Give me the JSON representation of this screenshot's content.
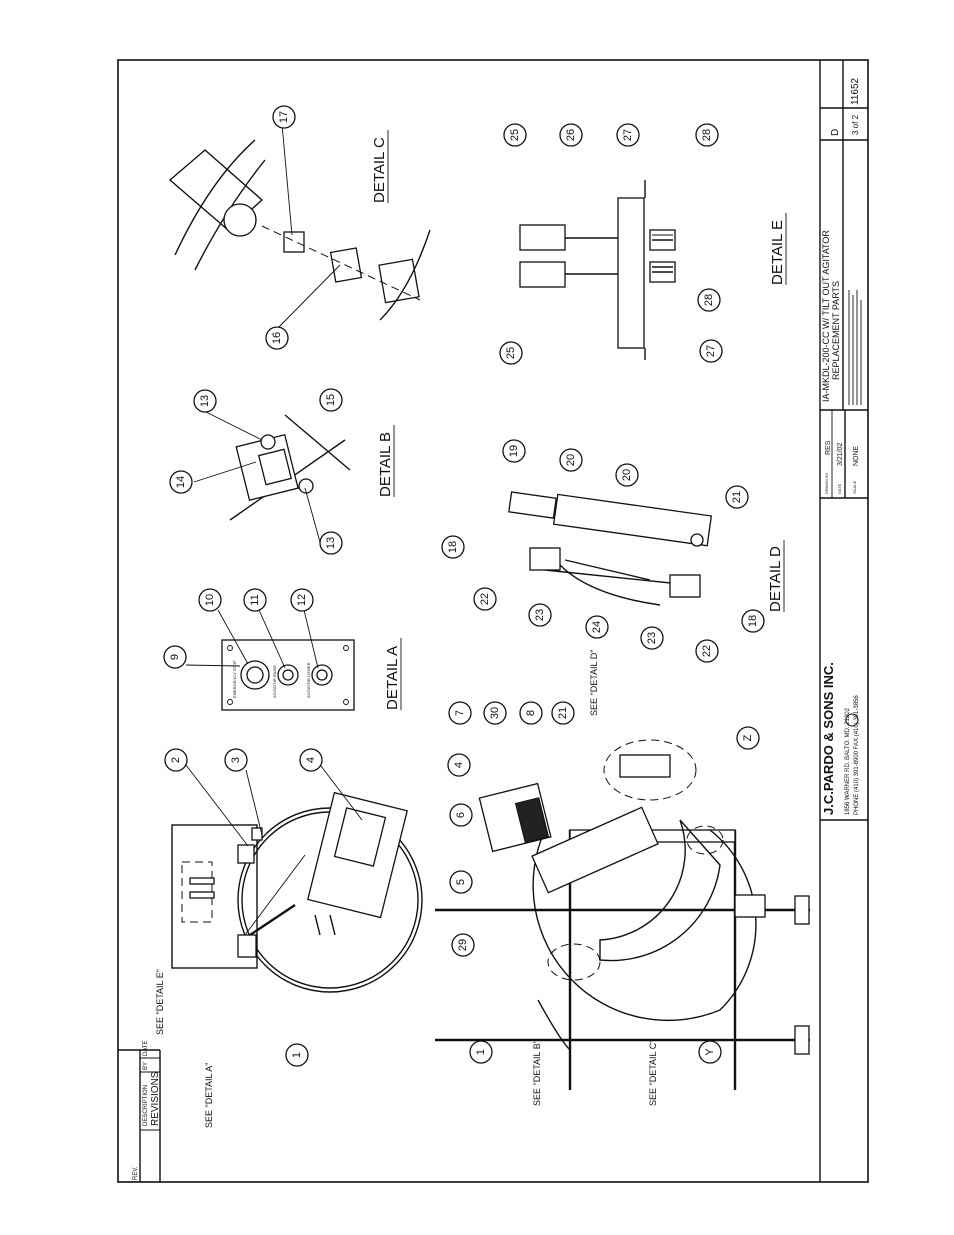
{
  "title_block": {
    "company": "J.C.PARDO & SONS INC.",
    "address": "1856 WARNER RD. BALTO. MD. 21202",
    "phone": "PHONE (410) 391-8900 FAX (410) 391-3856",
    "drawn_by_label": "DRAWN BY",
    "drawn_by": "RES",
    "date_label": "DATE",
    "date": "3/21/02",
    "scale_label": "SCALE",
    "scale": "NONE",
    "title_line1": "IA-MKDL-200-CC W/ TILT OUT AGITATOR",
    "title_line2": "REPLACEMENT PARTS",
    "size": "D",
    "drawing_number": "11652",
    "sheet": "3 of 2"
  },
  "revisions": {
    "header": "REVISIONS",
    "rev_label": "REV.",
    "description_label": "DESCRIPTION",
    "by_label": "BY",
    "date_label": "DATE"
  },
  "details": {
    "a": "DETAIL A",
    "b": "DETAIL B",
    "c": "DETAIL C",
    "d": "DETAIL D",
    "e": "DETAIL E"
  },
  "references": {
    "see_detail_a": "SEE \"DETAIL A\"",
    "see_detail_b": "SEE \"DETAIL B\"",
    "see_detail_c": "SEE \"DETAIL C\"",
    "see_detail_d": "SEE \"DETAIL D\"",
    "see_detail_e": "SEE \"DETAIL E\""
  },
  "panel_labels": {
    "emergency_stop": "EMERGENCY STOP",
    "agitator_raise": "AGITATOR RAISE",
    "agitator_lower": "AGITATOR LOWER"
  },
  "balloons": {
    "b1": "1",
    "b2": "2",
    "b3": "3",
    "b4": "4",
    "b9": "9",
    "b10": "10",
    "b11": "11",
    "b12": "12",
    "b13": "13",
    "b14": "14",
    "b15": "15",
    "b16": "16",
    "b17": "17",
    "b18": "18",
    "b19": "19",
    "b20": "20",
    "b21": "21",
    "b22": "22",
    "b23": "23",
    "b24": "24",
    "b25": "25",
    "b26": "26",
    "b27": "27",
    "b28": "28",
    "s1": "1",
    "s4": "4",
    "s5": "5",
    "s6": "6",
    "s7": "7",
    "s8": "8",
    "s21": "21",
    "s29": "29",
    "s30": "30",
    "sY": "Y",
    "sZ": "Z"
  }
}
